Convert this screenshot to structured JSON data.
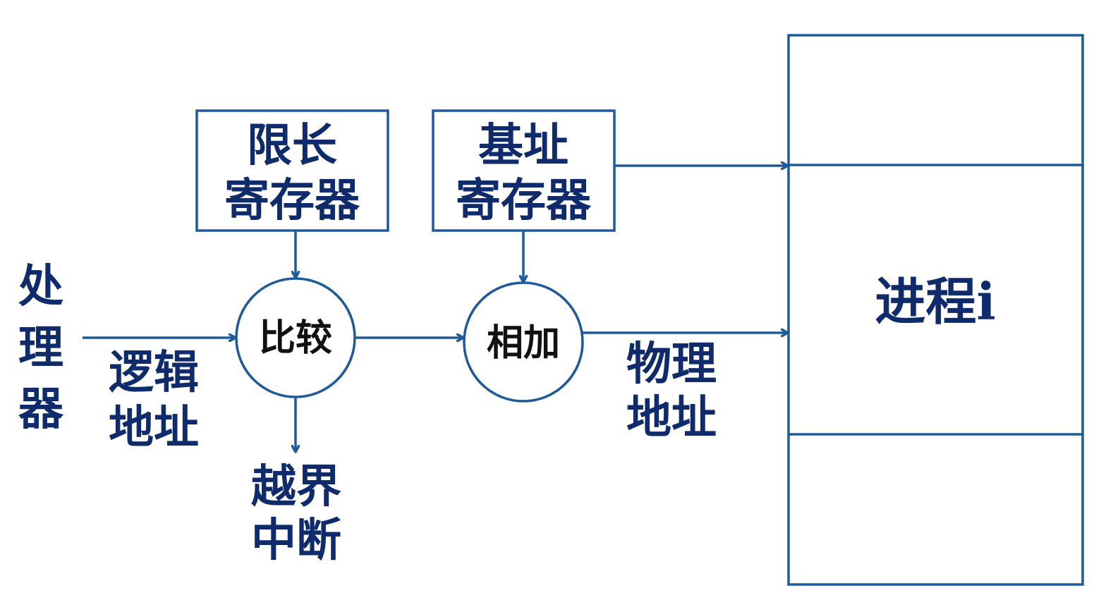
{
  "processor": {
    "line1": "处",
    "line2": "理",
    "line3": "器"
  },
  "logical_address": {
    "line1": "逻辑",
    "line2": "地址"
  },
  "limit_register": {
    "line1": "限长",
    "line2": "寄存器"
  },
  "base_register": {
    "line1": "基址",
    "line2": "寄存器"
  },
  "compare": {
    "label": "比较"
  },
  "add": {
    "label": "相加"
  },
  "out_of_bounds": {
    "line1": "越界",
    "line2": "中断"
  },
  "physical_address": {
    "line1": "物理",
    "line2": "地址"
  },
  "memory": {
    "process_label": "进程i"
  },
  "colors": {
    "stroke": "#1f5a9a",
    "text": "#0f2b6b",
    "inner_text": "#111111"
  }
}
